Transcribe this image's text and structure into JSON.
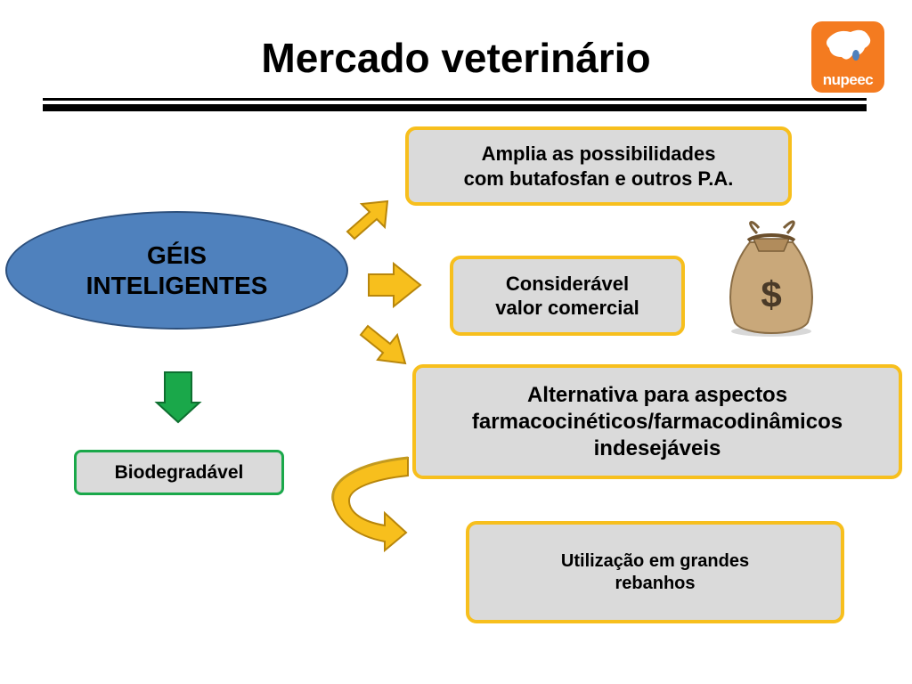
{
  "title": "Mercado veterinário",
  "logo": {
    "text": "nupeec",
    "color": "#f47b20"
  },
  "center": {
    "line1": "GÉIS",
    "line2": "INTELIGENTES",
    "color": "#4f81bd"
  },
  "outcomes": [
    {
      "line1": "Amplia as possibilidades",
      "line2": "com butafosfan e outros P.A."
    },
    {
      "line1": "Considerável",
      "line2": "valor comercial"
    },
    {
      "line1": "Alternativa para aspectos",
      "line2": "farmacocinéticos/farmacodinâmicos",
      "line3": "indesejáveis"
    },
    {
      "line1": "Utilização em grandes",
      "line2": "rebanhos"
    }
  ],
  "biodegradable": "Biodegradável",
  "money_bag": {
    "symbol": "$"
  },
  "colors": {
    "arrow": "#f7bf1d",
    "box_border": "#f7bf1d",
    "green_arrow": "#1aa84a",
    "box_fill": "#dadada"
  }
}
